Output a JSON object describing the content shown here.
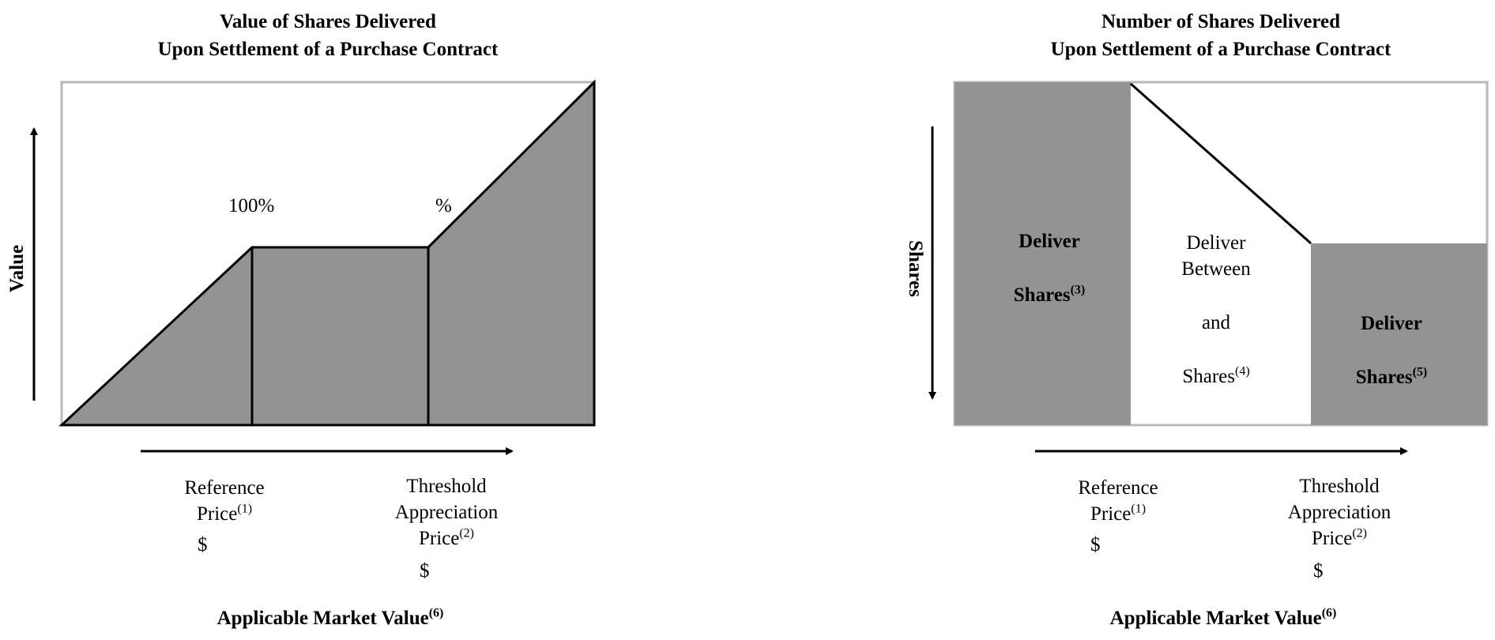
{
  "left_chart": {
    "title_line1": "Value of Shares Delivered",
    "title_line2": "Upon Settlement of a Purchase Contract",
    "y_axis_label": "Value",
    "label_100": "100%",
    "label_pct": "%",
    "reference_price": {
      "line1": "Reference",
      "line2": "Price",
      "note": "(1)",
      "value": "$"
    },
    "threshold_price": {
      "line1": "Threshold",
      "line2": "Appreciation",
      "line3": "Price",
      "note": "(2)",
      "value": "$"
    },
    "x_axis_label": "Applicable Market Value",
    "x_axis_note": "(6)"
  },
  "right_chart": {
    "title_line1": "Number of Shares Delivered",
    "title_line2": "Upon Settlement of a Purchase Contract",
    "y_axis_label": "Shares",
    "region1": {
      "line1": "Deliver",
      "line2": "Shares",
      "note": "(3)"
    },
    "region2": {
      "line1": "Deliver",
      "line2": "Between",
      "line3": "and",
      "line4": "Shares",
      "note": "(4)"
    },
    "region3": {
      "line1": "Deliver",
      "line2": "Shares",
      "note": "(5)"
    },
    "reference_price": {
      "line1": "Reference",
      "line2": "Price",
      "note": "(1)",
      "value": "$"
    },
    "threshold_price": {
      "line1": "Threshold",
      "line2": "Appreciation",
      "line3": "Price",
      "note": "(2)",
      "value": "$"
    },
    "x_axis_label": "Applicable Market Value",
    "x_axis_note": "(6)"
  },
  "colors": {
    "fill": "#939393",
    "frame": "#b8b8b8",
    "line": "#000000"
  }
}
